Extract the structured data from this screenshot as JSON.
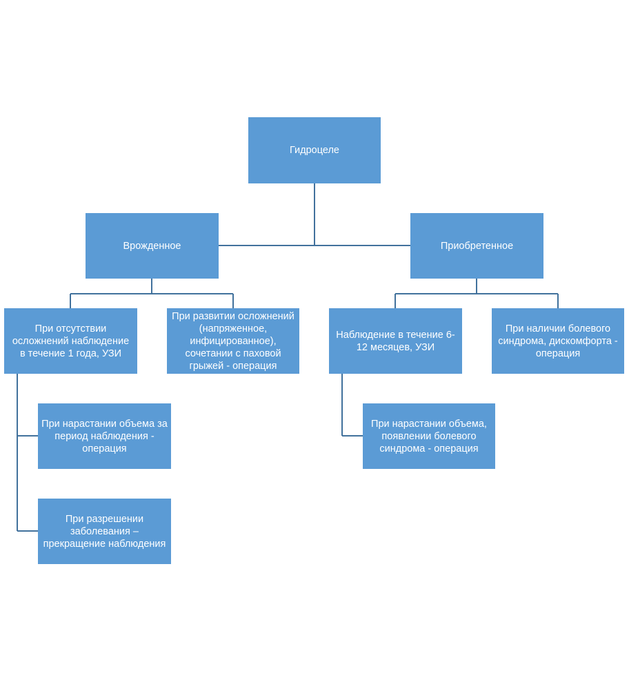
{
  "diagram": {
    "root": "Гидроцеле",
    "congenital": {
      "label": "Врожденное",
      "no_complications": "При отсутствии\nосложнений наблюдение\nв течение 1 года, УЗИ",
      "complications": "При развитии осложнений\n(напряженное,\nинфицированное),\nсочетании с паховой\nгрыжей - операция",
      "volume_increase": "При нарастании объема за\nпериод наблюдения -\nоперация",
      "resolution": "При разрешении\nзаболевания –\nпрекращение наблюдения"
    },
    "acquired": {
      "label": "Приобретенное",
      "observation": "Наблюдение в течение 6-\n12 месяцев, УЗИ",
      "pain": "При наличии болевого\nсиндрома, дискомфорта -\nоперация",
      "volume_pain": "При нарастании объема,\nпоявлении болевого\nсиндрома - операция"
    }
  },
  "colors": {
    "box_fill": "#5b9bd5",
    "connector": "#41719c",
    "text": "#ffffff"
  }
}
